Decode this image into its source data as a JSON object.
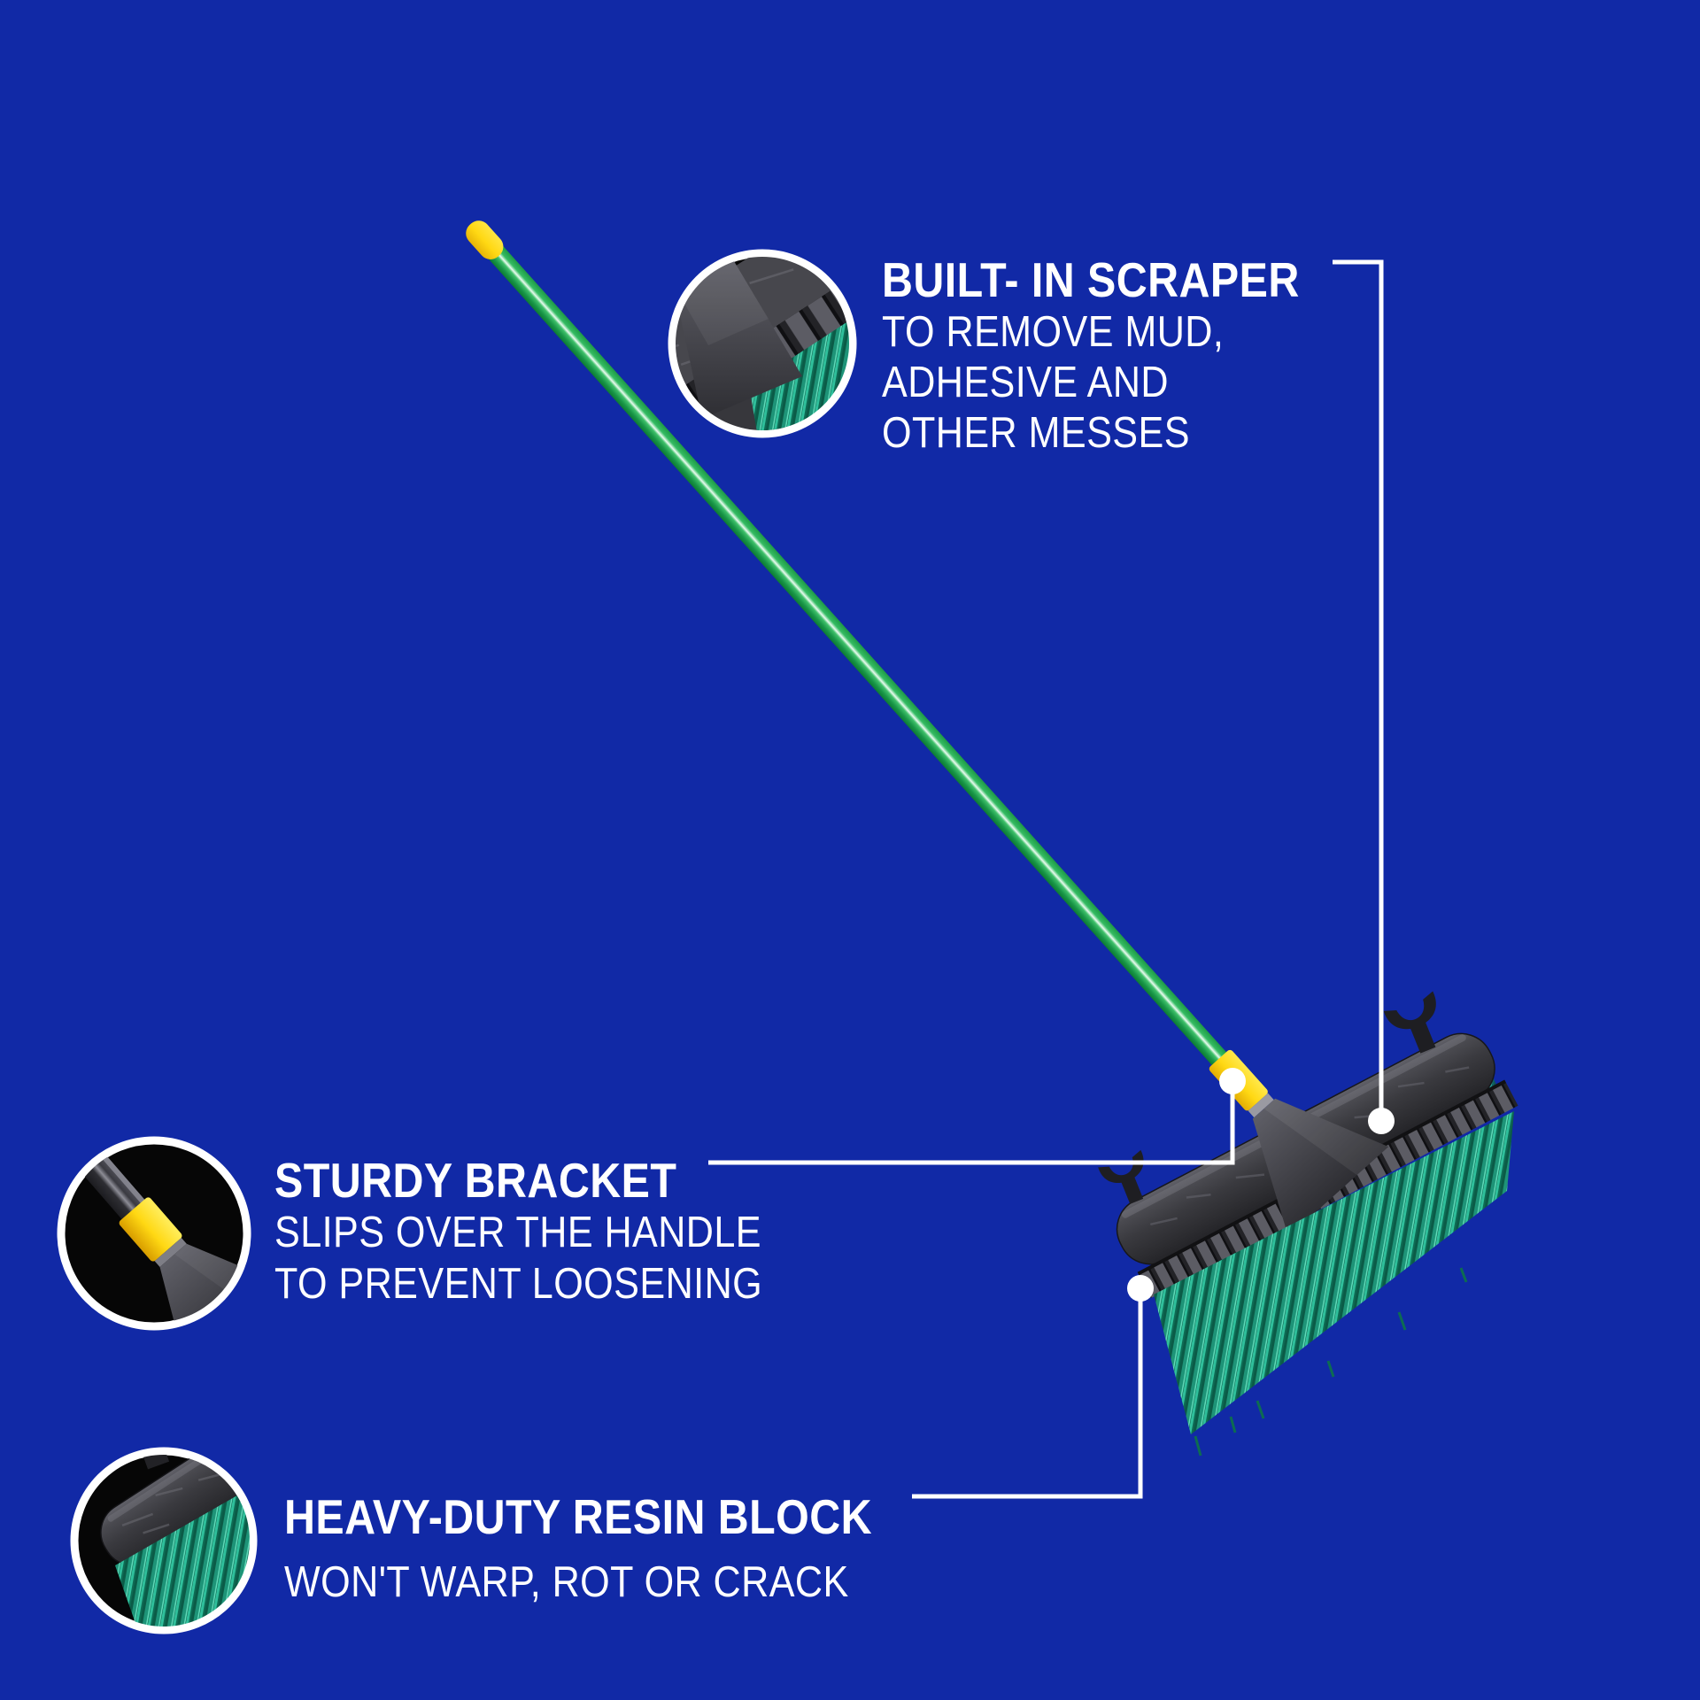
{
  "page": {
    "type": "product-feature-infographic",
    "subject": "push-broom-with-green-handle"
  },
  "colors": {
    "background": "#1129A6",
    "text": "#FFFFFF",
    "connector_line": "#FFFFFF",
    "connector_dot": "#FFFFFF",
    "handle_green": "#2FB45B",
    "accent_yellow": "#FFD813",
    "block_gray": "#3A3A3F",
    "bristle_teal": "#1E9478",
    "detail_circle_bg": "#060606",
    "detail_circle_ring": "#FFFFFF"
  },
  "callouts": [
    {
      "id": "built-in-scraper",
      "title": "BUILT- IN SCRAPER",
      "lines": [
        "TO REMOVE MUD,",
        "ADHESIVE AND",
        "OTHER MESSES"
      ],
      "detail_view": "scraper-teeth-closeup"
    },
    {
      "id": "sturdy-bracket",
      "title": "STURDY BRACKET",
      "lines": [
        "SLIPS OVER THE HANDLE",
        "TO PREVENT LOOSENING"
      ],
      "detail_view": "bracket-sleeve-closeup"
    },
    {
      "id": "heavy-duty-resin-block",
      "title": "HEAVY-DUTY RESIN BLOCK",
      "lines": [
        "WON'T WARP, ROT OR CRACK"
      ],
      "detail_view": "resin-block-closeup"
    }
  ]
}
